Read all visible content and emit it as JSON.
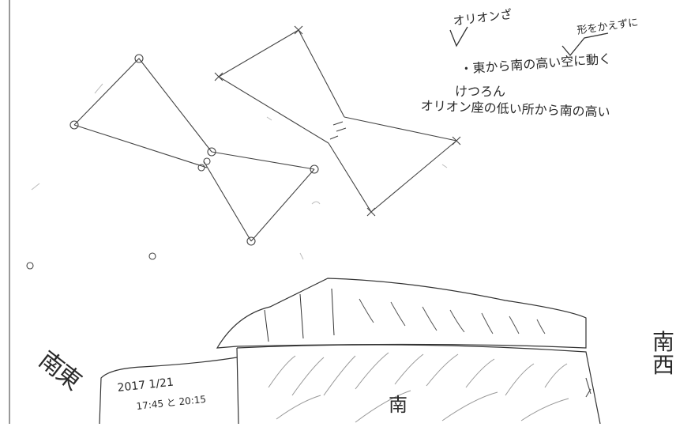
{
  "notes": {
    "title": "オリオンざ",
    "subtitle": "形をかえずに",
    "line1": "・東から南の高い空に動く",
    "line2": "けつろん",
    "line3": "オリオン座の低い所から南の高い"
  },
  "directions": {
    "southeast": "南東",
    "south": "南",
    "southwest": "南西"
  },
  "date_label": {
    "date": "2017 1/21",
    "time": "17:45 と 20:15"
  }
}
